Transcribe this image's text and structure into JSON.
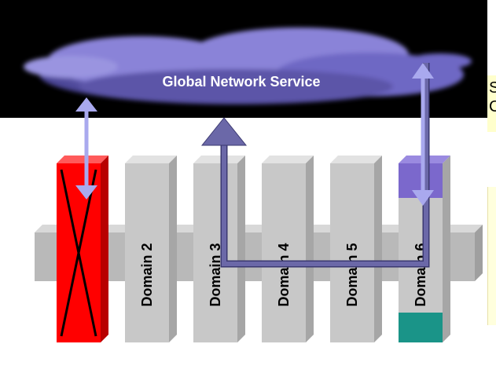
{
  "diagram": {
    "cloud_label": "Global Network Service",
    "domains": [
      {
        "id": "domain-1",
        "label": "",
        "status": "failed",
        "top_color": "#ff0000",
        "bottom_color": "#ff0000"
      },
      {
        "id": "domain-2",
        "label": "Domain 2"
      },
      {
        "id": "domain-3",
        "label": "Domain 3"
      },
      {
        "id": "domain-4",
        "label": "Domain 4"
      },
      {
        "id": "domain-5",
        "label": "Domain 5"
      },
      {
        "id": "domain-6",
        "label": "Domain 6",
        "top_color": "#7b68cc",
        "bottom_color": "#1a9488"
      }
    ],
    "side_text_lines": [
      "S",
      "C"
    ]
  },
  "colors": {
    "background_cloud": "#000000",
    "cloud": "#6a63c0",
    "arrow": "#9b9be0",
    "path": "#6b68a8",
    "domain_fill": "#c8c8c8",
    "bus_fill": "#b8b8b8",
    "failed": "#ff0000"
  }
}
